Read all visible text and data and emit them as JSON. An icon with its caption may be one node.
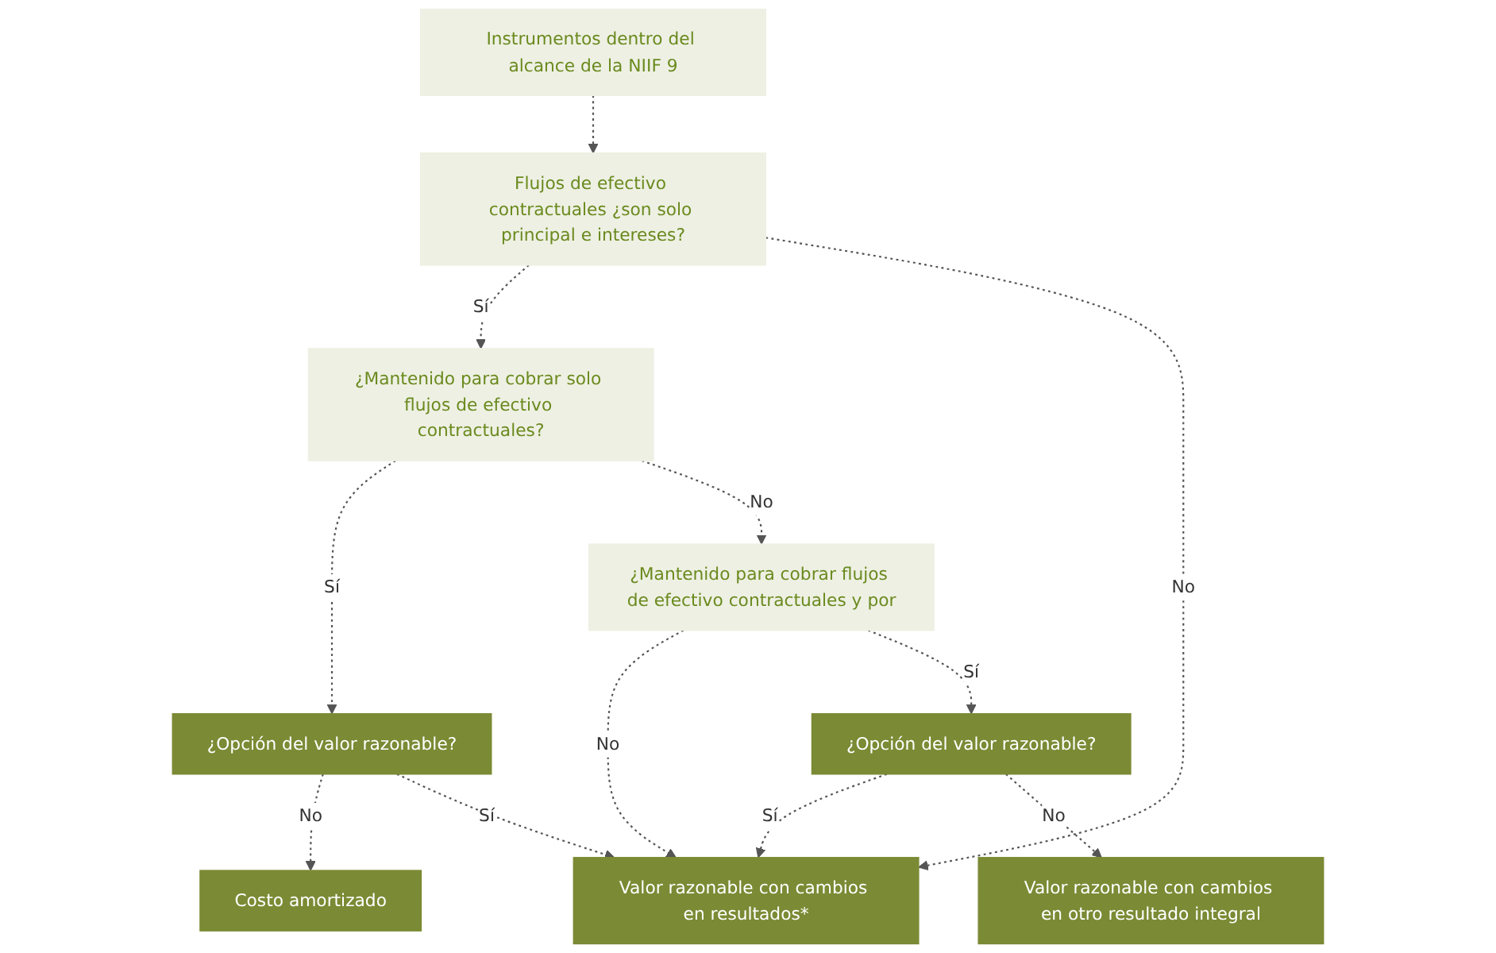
{
  "diagram": {
    "nodes": [
      {
        "text": [
          "Instrumentos dentro del alcance de la NIIF 9"
        ]
      },
      {
        "text": [
          "Flujos de efectivo contractuales ¿son solo principal e intereses?"
        ]
      },
      {
        "text": [
          "¿Mantenido para cobrar solo flujos de efectivo contractuales?"
        ]
      },
      {
        "text": [
          "¿Mantenido para cobrar flujos de efectivo contractuales y por"
        ]
      },
      {
        "text": [
          "¿Opción del valor razonable?"
        ]
      },
      {
        "text": [
          "¿Opción del valor razonable?"
        ]
      },
      {
        "text": [
          "Costo amortizado"
        ]
      },
      {
        "text": [
          "Valor razonable con cambios en resultados*"
        ]
      },
      {
        "text": [
          "Valor razonable con cambios en otro resultado integral"
        ]
      }
    ],
    "edges": [
      {
        "from": 0,
        "to": 1,
        "arrow": "to",
        "style": "dashed"
      },
      {
        "from": 1,
        "to": 2,
        "arrow": "to",
        "label": "Sí",
        "style": "dashed"
      },
      {
        "from": 1,
        "to": 7,
        "arrow": "to",
        "label": "No",
        "style": "dashed"
      },
      {
        "from": 2,
        "to": 4,
        "arrow": "to",
        "label": "Sí",
        "style": "dashed"
      },
      {
        "from": 2,
        "to": 3,
        "arrow": "to",
        "label": "No",
        "style": "dashed"
      },
      {
        "from": 4,
        "to": 6,
        "arrow": "to",
        "label": "No",
        "style": "dashed"
      },
      {
        "from": 4,
        "to": 7,
        "arrow": "to",
        "label": "Sí",
        "style": "dashed"
      },
      {
        "from": 3,
        "to": 7,
        "arrow": "to",
        "label": "No",
        "style": "dashed"
      },
      {
        "from": 3,
        "to": 5,
        "arrow": "to",
        "label": "Sí",
        "style": "dashed"
      },
      {
        "from": 5,
        "to": 7,
        "arrow": "to",
        "label": "Sí",
        "style": "dashed"
      },
      {
        "from": 5,
        "to": 8,
        "arrow": "to",
        "label": "No",
        "style": "dashed"
      }
    ]
  }
}
